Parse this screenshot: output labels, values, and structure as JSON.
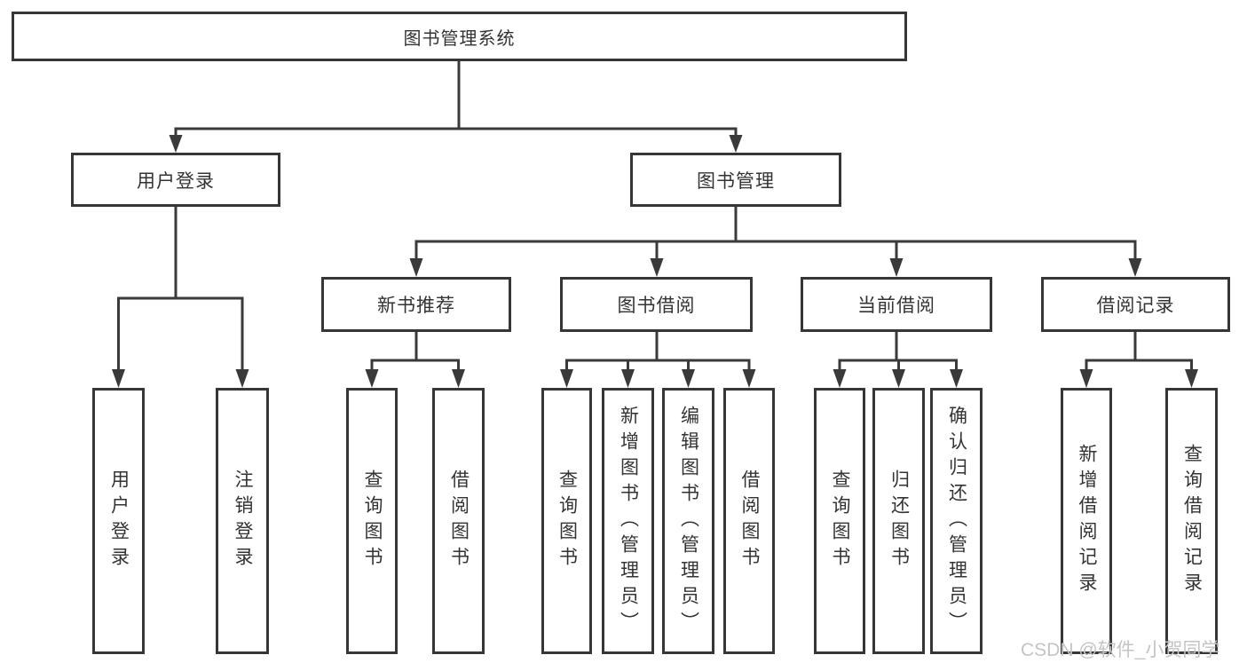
{
  "diagram": {
    "root": {
      "label": "图书管理系统"
    },
    "level2": [
      {
        "id": "user-login",
        "label": "用户登录"
      },
      {
        "id": "book-management",
        "label": "图书管理"
      }
    ],
    "level3": [
      {
        "id": "new-book-recommend",
        "label": "新书推荐"
      },
      {
        "id": "book-borrow",
        "label": "图书借阅"
      },
      {
        "id": "current-borrow",
        "label": "当前借阅"
      },
      {
        "id": "borrow-records",
        "label": "借阅记录"
      }
    ],
    "leaves": [
      {
        "group": "user-login",
        "label": "用户登录"
      },
      {
        "group": "user-login",
        "label": "注销登录"
      },
      {
        "group": "new-book-recommend",
        "label": "查询图书"
      },
      {
        "group": "new-book-recommend",
        "label": "借阅图书"
      },
      {
        "group": "book-borrow",
        "label": "查询图书"
      },
      {
        "group": "book-borrow",
        "label": "新增图书（管理员）"
      },
      {
        "group": "book-borrow",
        "label": "编辑图书（管理员）"
      },
      {
        "group": "book-borrow",
        "label": "借阅图书"
      },
      {
        "group": "current-borrow",
        "label": "查询图书"
      },
      {
        "group": "current-borrow",
        "label": "归还图书"
      },
      {
        "group": "current-borrow",
        "label": "确认归还（管理员）"
      },
      {
        "group": "borrow-records",
        "label": "新增借阅记录"
      },
      {
        "group": "borrow-records",
        "label": "查询借阅记录"
      }
    ]
  },
  "watermark": {
    "text": "CSDN @软件_小贺同学"
  },
  "colors": {
    "line": "#3a3a3a",
    "border": "#363636",
    "text": "#333333",
    "watermark": "#c4c4c4",
    "background": "#ffffff"
  }
}
